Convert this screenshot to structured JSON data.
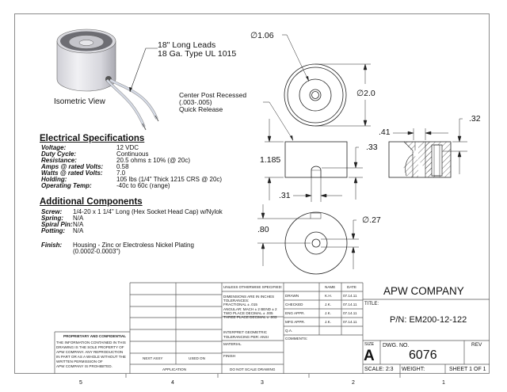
{
  "isometric": {
    "caption": "Isometric View",
    "leads_note": [
      "18\" Long Leads",
      "18 Ga. Type UL 1015"
    ]
  },
  "views": {
    "top_diameter_inner": "∅1.06",
    "top_diameter_outer": "∅2.0",
    "center_post_note": [
      "Center Post Recessed",
      "(.003-.005)",
      "Quick Release"
    ],
    "height": "1.185",
    "dim_033": ".33",
    "dim_031": ".31",
    "dim_041": ".41",
    "dim_032": ".32",
    "dim_080": ".80",
    "dim_027": "∅.27"
  },
  "electrical": {
    "heading": "Electrical Specifications",
    "rows": [
      {
        "label": "Voltage:",
        "value": "12 VDC"
      },
      {
        "label": "Duty Cycle:",
        "value": "Continuous"
      },
      {
        "label": "Resistance:",
        "value": "20.5 ohms ± 10% (@ 20c)"
      },
      {
        "label": "Amps @ rated Volts:",
        "value": "0.58"
      },
      {
        "label": "Watts @ rated Volts:",
        "value": "7.0"
      },
      {
        "label": "Holding:",
        "value": "105 lbs (1/4\" Thick 1215 CRS @ 20c)"
      },
      {
        "label": "Operating Temp:",
        "value": "-40c to 60c (range)"
      }
    ]
  },
  "additional": {
    "heading": "Additional Components",
    "rows": [
      {
        "label": "Screw:",
        "value": "1/4-20 x 1 1/4\" Long (Hex Socket Head Cap) w/Nylok"
      },
      {
        "label": "Spring:",
        "value": "N/A"
      },
      {
        "label": "Spiral Pin:",
        "value": "N/A"
      },
      {
        "label": "Potting:",
        "value": "N/A"
      }
    ],
    "finish_label": "Finish:",
    "finish_value": [
      "Housing - Zinc or Electroless Nickel Plating",
      "(0.0002-0.0003\")"
    ]
  },
  "title_block": {
    "proprietary_heading": "PROPRIETARY AND CONFIDENTIAL",
    "proprietary_text": [
      "THE INFORMATION CONTAINED IN THIS",
      "DRAWING IS THE SOLE PROPERTY OF",
      "APW COMPANY.  ANY  REPRODUCTION",
      "IN PART OR AS A WHOLE WITHOUT THE",
      "WRITTEN PERMISSION OF",
      "APW COMPANY IS PROHIBITED."
    ],
    "next_assy": "NEXT ASSY",
    "used_on": "USED ON",
    "application": "APPLICATION",
    "unless": "UNLESS OTHERWISE SPECIFIED:",
    "tolerances": [
      "DIMENSIONS ARE IN INCHES",
      "TOLERANCES:",
      "FRACTIONAL ±  .015",
      "ANGULAR: MACH ± 2    BEND ± 2",
      "TWO PLACE DECIMAL    ± .005",
      "THREE PLACE DECIMAL  ± .003"
    ],
    "interpret": [
      "INTERPRET GEOMETRIC",
      "TOLERANCING PER: ANSI"
    ],
    "material": "MATERIAL",
    "finish": "FINISH",
    "do_not_scale": "DO NOT SCALE DRAWING",
    "sign_header": {
      "name": "NAME",
      "date": "DATE"
    },
    "sign_rows": [
      {
        "role": "DRAWN",
        "name": "K.H.",
        "date": "07.14.11"
      },
      {
        "role": "CHECKED",
        "name": "J.K.",
        "date": "07.14.11"
      },
      {
        "role": "ENG APPR.",
        "name": "J.K.",
        "date": "07.14.11"
      },
      {
        "role": "MFG APPR.",
        "name": "J.K.",
        "date": "07.14.11"
      },
      {
        "role": "Q.A.",
        "name": "",
        "date": ""
      }
    ],
    "comments": "COMMENTS:",
    "company": "APW COMPANY",
    "title_label": "TITLE:",
    "title": "P/N: EM200-12-122",
    "size_label": "SIZE",
    "size": "A",
    "dwg_no_label": "DWG.  NO.",
    "dwg_no": "6076",
    "rev_label": "REV",
    "scale": "SCALE: 2:3",
    "weight": "WEIGHT:",
    "sheet": "SHEET 1 OF 1"
  },
  "zones": [
    "5",
    "4",
    "3",
    "2",
    "1"
  ]
}
